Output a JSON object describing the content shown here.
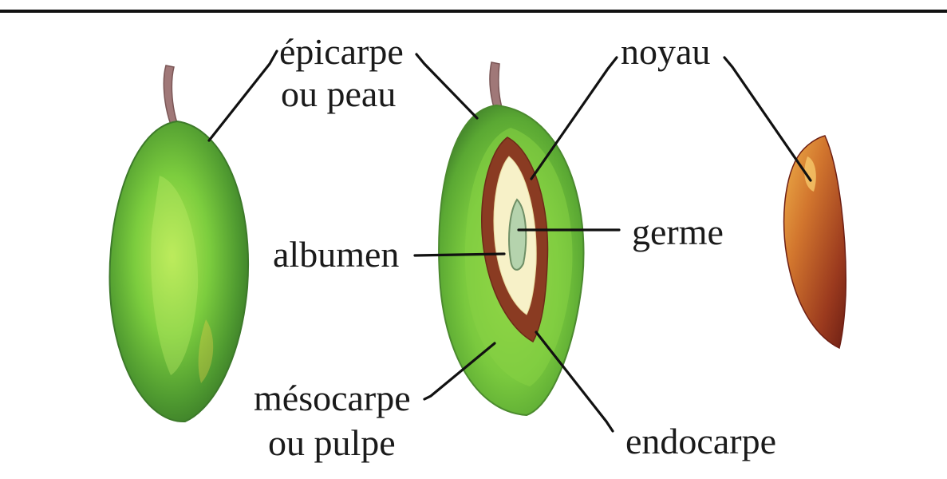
{
  "labels": {
    "epicarpe_line1": "épicarpe",
    "epicarpe_line2": "ou peau",
    "noyau": "noyau",
    "germe": "germe",
    "albumen": "albumen",
    "mesocarpe_line1": "mésocarpe",
    "mesocarpe_line2": "ou pulpe",
    "endocarpe": "endocarpe"
  },
  "colors": {
    "fruit_green_light": "#a6e04a",
    "fruit_green_mid": "#6cbf3a",
    "fruit_green_dark": "#3f8a2c",
    "stem": "#9a7070",
    "endocarp_brown": "#8a3b22",
    "albumen_cream": "#f6f0c6",
    "germ_green": "#a8c9a0",
    "kernel_orange": "#e69a3a",
    "kernel_dark": "#7a2418",
    "rule_line": "#111111"
  }
}
